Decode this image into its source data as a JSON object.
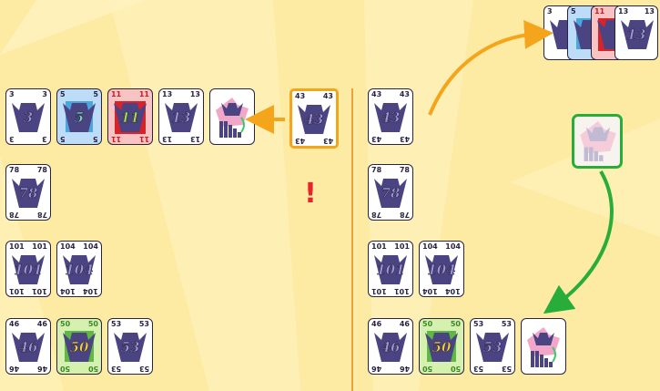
{
  "colors": {
    "background": "#fdeaa3",
    "ray": "#fff4c2",
    "orange_arrow": "#f4a51c",
    "green_arrow": "#29ad3a",
    "alert": "#e8242a",
    "divider": "#e9a33a"
  },
  "alert_mark": "!",
  "left_board": {
    "row1": [
      "3",
      "5",
      "11",
      "13",
      "bull"
    ],
    "row2": [
      "78"
    ],
    "row3": [
      "101",
      "104"
    ],
    "row4": [
      "46",
      "50",
      "53"
    ]
  },
  "played_card": "43",
  "right_board": {
    "row1": [
      "43"
    ],
    "row2": [
      "78"
    ],
    "row3": [
      "101",
      "104"
    ],
    "row4": [
      "46",
      "50",
      "53",
      "bull"
    ]
  },
  "collected_pile": [
    "3",
    "5",
    "11",
    "13"
  ],
  "icons": [
    "bull-head-icon",
    "penalty-card-icon",
    "arrow-icon"
  ]
}
